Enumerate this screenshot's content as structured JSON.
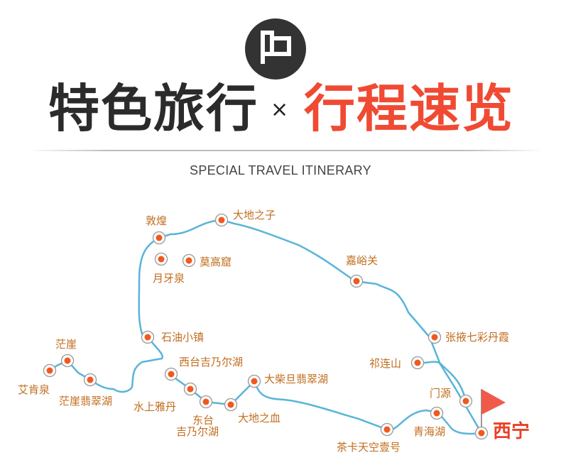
{
  "header": {
    "title_left": "特色旅行",
    "title_times": "×",
    "title_right": "行程速览",
    "subtitle": "SPECIAL TRAVEL ITINERARY",
    "badge_icon": "flag-icon"
  },
  "colors": {
    "route": "#5ab4d8",
    "stop_dot": "#ee5a1f",
    "label": "#c16d1e",
    "accent": "#f04a33",
    "title_dark": "#2b2b2b"
  },
  "stops": {
    "dunhuang": "敦煌",
    "dadi_zhizi": "大地之子",
    "yueyaquan": "月牙泉",
    "mogaoku": "莫高窟",
    "jiayuguan": "嘉峪关",
    "shiyou_xiaozhen": "石油小镇",
    "zhangye_danxia": "张掖七彩丹霞",
    "mangya": "茫崖",
    "qilianshan": "祁连山",
    "xitai_jinaier": "西台吉乃尔湖",
    "dachaidan": "大柴旦翡翠湖",
    "aikenquan": "艾肯泉",
    "mangya_feicui": "茫崖翡翠湖",
    "menyuan": "门源",
    "shuishang_yadan": "水上雅丹",
    "dongtai_line1": "东台",
    "dongtai_line2": "吉乃尔湖",
    "dadi_zhixue": "大地之血",
    "qinghaihu": "青海湖",
    "chaka": "茶卡天空壹号"
  },
  "destination": {
    "label": "西宁",
    "icon": "red-flag-icon"
  }
}
